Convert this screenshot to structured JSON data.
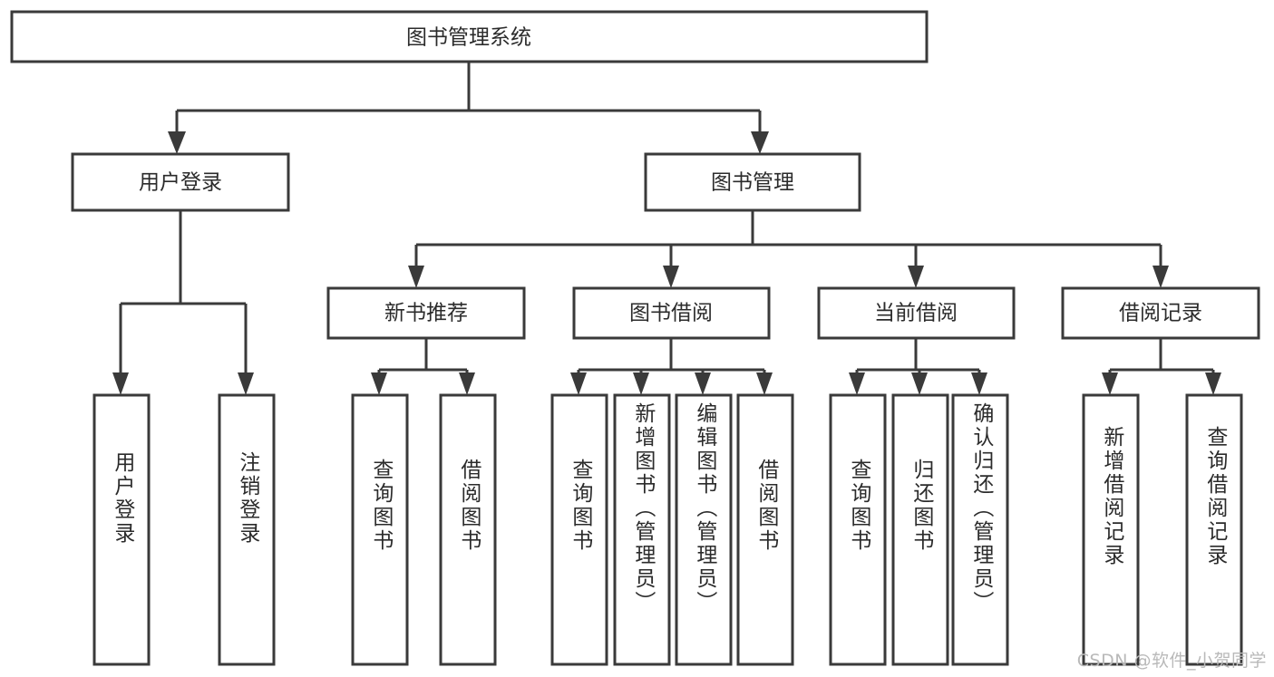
{
  "diagram": {
    "title": "图书管理系统",
    "watermark": "CSDN @软件_小贺同学",
    "style": {
      "background": "#ffffff",
      "line_color": "#3a3a3a",
      "box_fill": "#ffffff",
      "text_color": "#2b2b2b",
      "watermark_color": "#b9b9b9"
    },
    "root": {
      "label": "图书管理系统"
    },
    "level1": [
      {
        "label": "用户登录"
      },
      {
        "label": "图书管理"
      }
    ],
    "level2": [
      {
        "label": "新书推荐"
      },
      {
        "label": "图书借阅"
      },
      {
        "label": "当前借阅"
      },
      {
        "label": "借阅记录"
      }
    ],
    "leaves": {
      "user_login": [
        {
          "label": "用户登录"
        },
        {
          "label": "注销登录"
        }
      ],
      "new_book_recommend": [
        {
          "label": "查询图书"
        },
        {
          "label": "借阅图书"
        }
      ],
      "book_borrow": [
        {
          "label": "查询图书"
        },
        {
          "label": "新增图书（管理员）"
        },
        {
          "label": "编辑图书（管理员）"
        },
        {
          "label": "借阅图书"
        }
      ],
      "current_borrow": [
        {
          "label": "查询图书"
        },
        {
          "label": "归还图书"
        },
        {
          "label": "确认归还（管理员）"
        }
      ],
      "borrow_record": [
        {
          "label": "新增借阅记录"
        },
        {
          "label": "查询借阅记录"
        }
      ]
    }
  }
}
